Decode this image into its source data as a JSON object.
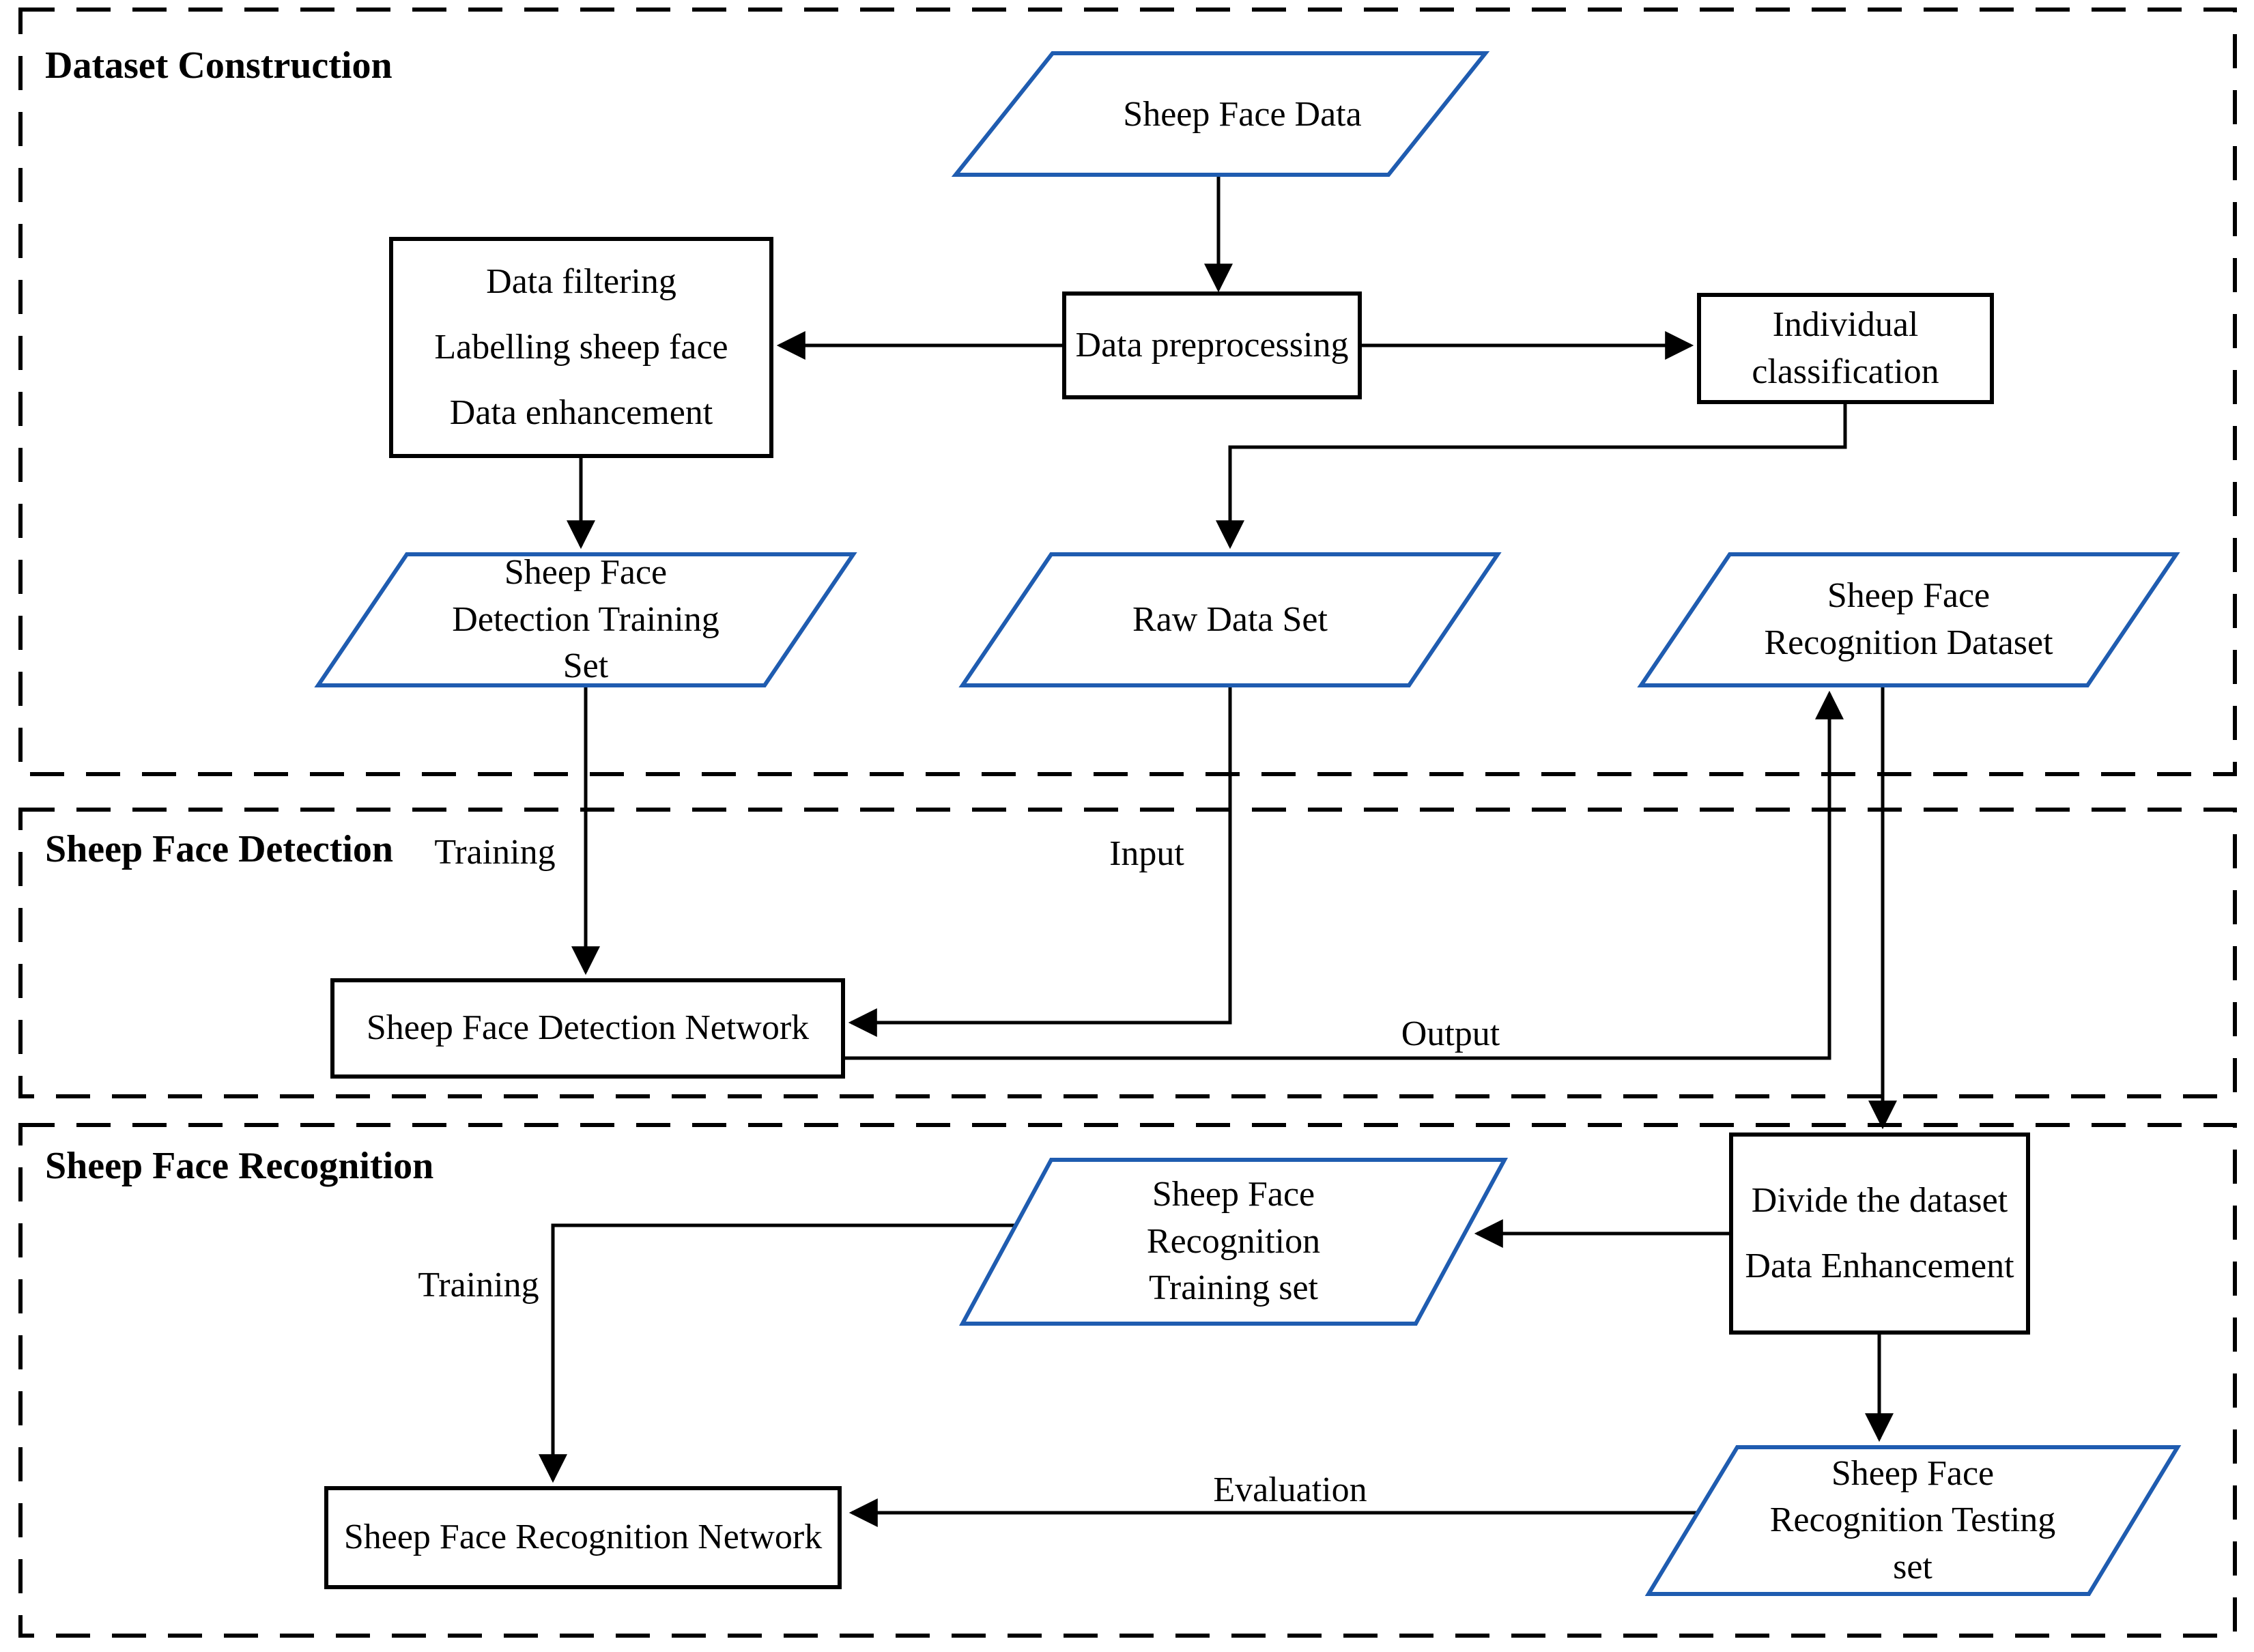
{
  "diagram": {
    "sections": [
      {
        "title": "Dataset Construction"
      },
      {
        "title": "Sheep Face Detection"
      },
      {
        "title": "Sheep Face Recognition"
      }
    ],
    "nodes": {
      "sheep_face_data": "Sheep Face Data",
      "data_filtering": "Data filtering\nLabelling sheep face\nData enhancement",
      "data_preprocessing": "Data preprocessing",
      "individual_classification": "Individual\nclassification",
      "detection_training_set": "Sheep Face\nDetection Training\nSet",
      "raw_data_set": "Raw Data Set",
      "recognition_dataset": "Sheep Face\nRecognition Dataset",
      "detection_network": "Sheep Face Detection Network",
      "divide_dataset": "Divide the dataset\nData Enhancement",
      "recognition_training_set": "Sheep Face\nRecognition\nTraining set",
      "recognition_network": "Sheep Face Recognition Network",
      "recognition_testing_set": "Sheep Face\nRecognition Testing\nset"
    },
    "edge_labels": {
      "training_detection": "Training",
      "input": "Input",
      "output": "Output",
      "training_recognition": "Training",
      "evaluation": "Evaluation"
    },
    "colors": {
      "parallelogram_border": "#1f5cb0",
      "box_border": "#000000",
      "connector": "#000000",
      "text": "#000000",
      "background": "#ffffff"
    }
  }
}
